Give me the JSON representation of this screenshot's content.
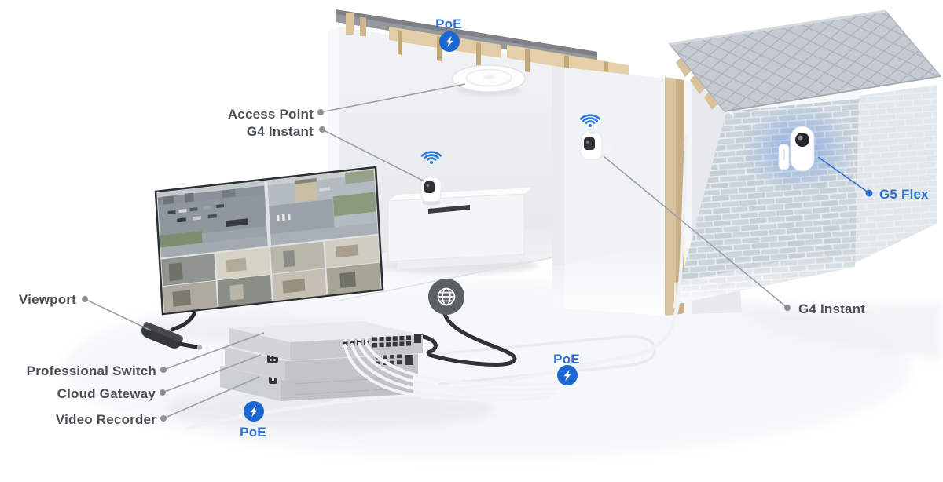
{
  "diagram": {
    "title_hint": "UniFi Protect deployment diagram",
    "labels": {
      "access_point": "Access Point",
      "g4_instant_left": "G4 Instant",
      "g4_instant_right": "G4 Instant",
      "g5_flex": "G5 Flex",
      "viewport": "Viewport",
      "professional_switch": "Professional Switch",
      "cloud_gateway": "Cloud Gateway",
      "video_recorder": "Video Recorder"
    },
    "poe": {
      "top": "PoE",
      "mid": "PoE",
      "bottom": "PoE"
    },
    "colors": {
      "label_text": "#4a4f54",
      "accent_blue": "#2e6fd6",
      "poe_badge": "#1b67d4",
      "wifi_blue": "#2e7bd9",
      "glow_blue": "#5d93e8",
      "leader_line": "#9aa0a5"
    },
    "icons": [
      "poe-bolt-icon",
      "wifi-icon",
      "globe-icon"
    ]
  }
}
